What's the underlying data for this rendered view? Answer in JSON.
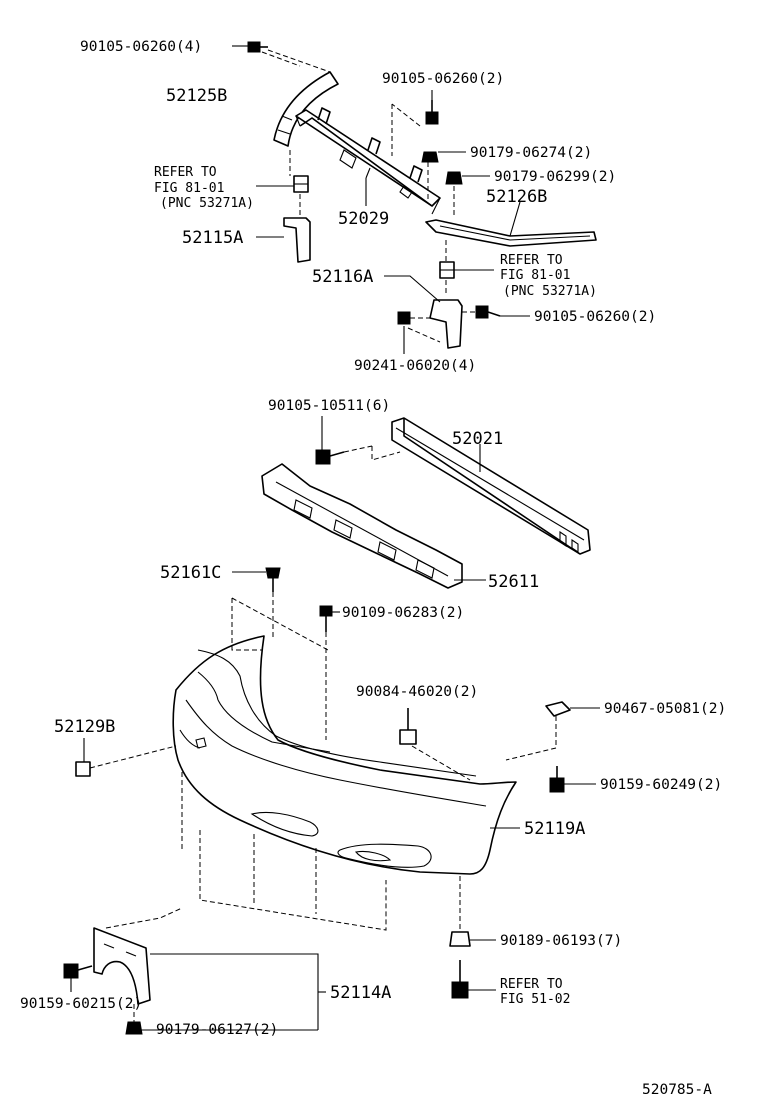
{
  "diagram_id": "520785-A",
  "labels": {
    "p1": "90105-06260(4)",
    "p2": "52125B",
    "p3": "90105-06260(2)",
    "p4": "90179-06274(2)",
    "p5": "90179-06299(2)",
    "p6_l1": "REFER TO",
    "p6_l2": "FIG 81-01",
    "p6_l3": "(PNC 53271A)",
    "p7": "52029",
    "p8": "52126B",
    "p9": "52115A",
    "p10": "52116A",
    "p11_l1": "REFER TO",
    "p11_l2": "FIG 81-01",
    "p11_l3": "(PNC 53271A)",
    "p12": "90105-06260(2)",
    "p13": "90241-06020(4)",
    "p14": "90105-10511(6)",
    "p15": "52021",
    "p16": "52611",
    "p17": "52161C",
    "p18": "90109-06283(2)",
    "p19": "90084-46020(2)",
    "p20": "90467-05081(2)",
    "p21": "52129B",
    "p22": "90159-60249(2)",
    "p23": "52119A",
    "p24": "90189-06193(7)",
    "p25_l1": "REFER TO",
    "p25_l2": "FIG 51-02",
    "p26": "52114A",
    "p27": "90159-60215(2)",
    "p28": "90179-06127(2)"
  }
}
